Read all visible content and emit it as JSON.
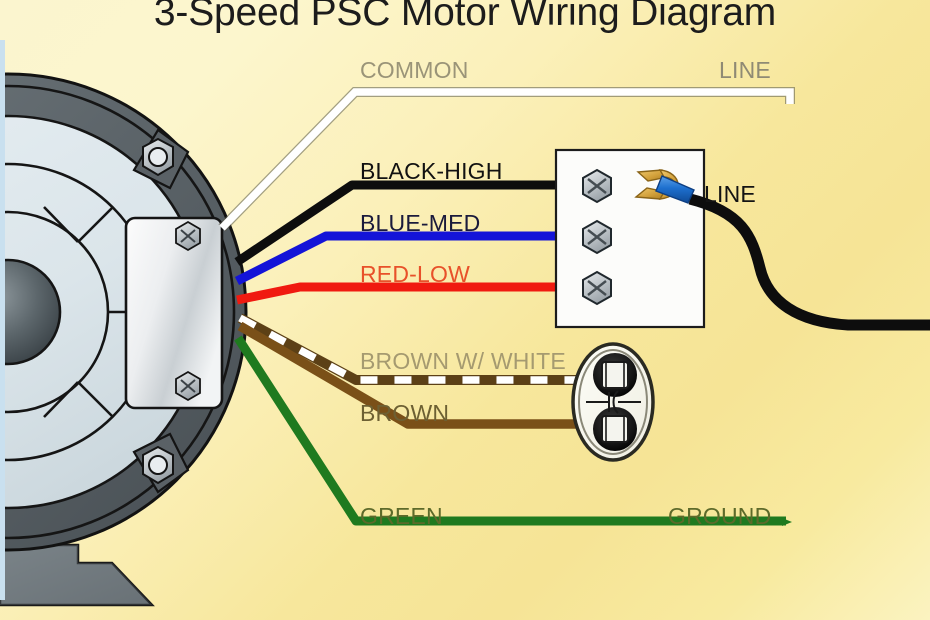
{
  "title": "3-Speed PSC Motor Wiring Diagram",
  "colors": {
    "background_light": "#fbf5cf",
    "background_deep": "#f6e496",
    "black_wire": "#101010",
    "blue_wire": "#1414d8",
    "red_wire": "#f01a10",
    "brown_wire": "#7a5018",
    "brown_white_wire": "#6b4a1c",
    "green_wire": "#1f7a1f",
    "white_wire": "#ffffff",
    "motor_shell": "#5a6166",
    "motor_face": "#dde6ea",
    "motor_hub": "#4e575c",
    "terminal_box_fill": "#fbfbfb",
    "spade_gold": "#d6a63c",
    "crimp_blue": "#1f72d0",
    "screw_silver": "#c8cdd1"
  },
  "labels": {
    "common": "COMMON",
    "line_top": "LINE",
    "black_high": "BLACK-HIGH",
    "blue_med": "BLUE-MED",
    "red_low": "RED-LOW",
    "line_right": "LINE",
    "brown_w_white": "BROWN W/ WHITE",
    "brown": "BROWN",
    "green": "GREEN",
    "ground": "GROUND"
  },
  "label_colors": {
    "common": "#9a9478",
    "line_top": "#8f8a74",
    "black_high": "#111111",
    "blue_med": "#1a1a3c",
    "red_low": "#e8512a",
    "line_right": "#131313",
    "brown_w_white": "#a59a70",
    "brown": "#6d6033",
    "green": "#5d6a2a",
    "ground": "#5d6a2a"
  },
  "components": {
    "motor": {
      "name": "3-speed PSC motor end bell",
      "junction_box_screws": 2,
      "mounting_tabs": 2
    },
    "terminal_block": {
      "name": "Speed selector terminal block",
      "terminal_count": 3,
      "terminals": [
        "BLACK-HIGH",
        "BLUE-MED",
        "RED-LOW"
      ]
    },
    "capacitor": {
      "name": "Run capacitor",
      "terminal_count": 2,
      "symbol": "capacitor"
    },
    "spade_connector": {
      "name": "Fork spade terminal",
      "insulation": "blue crimp barrel"
    }
  },
  "wires": [
    {
      "id": "white-common",
      "label": "COMMON",
      "end_label": "LINE",
      "color": "#ffffff",
      "description": "White common lead routed to line"
    },
    {
      "id": "black-high",
      "label": "BLACK-HIGH",
      "color": "#101010",
      "description": "Black high speed lead to terminal 1"
    },
    {
      "id": "blue-med",
      "label": "BLUE-MED",
      "color": "#1414d8",
      "description": "Blue medium speed lead to terminal 2"
    },
    {
      "id": "red-low",
      "label": "RED-LOW",
      "color": "#f01a10",
      "description": "Red low speed lead to terminal 3"
    },
    {
      "id": "brown-white",
      "label": "BROWN W/ WHITE",
      "color": "#6b4a1c",
      "description": "Brown with white stripe lead to capacitor top terminal"
    },
    {
      "id": "brown",
      "label": "BROWN",
      "color": "#7a5018",
      "description": "Brown lead to capacitor bottom terminal"
    },
    {
      "id": "green",
      "label": "GREEN",
      "end_label": "GROUND",
      "color": "#1f7a1f",
      "description": "Green grounding conductor"
    }
  ]
}
